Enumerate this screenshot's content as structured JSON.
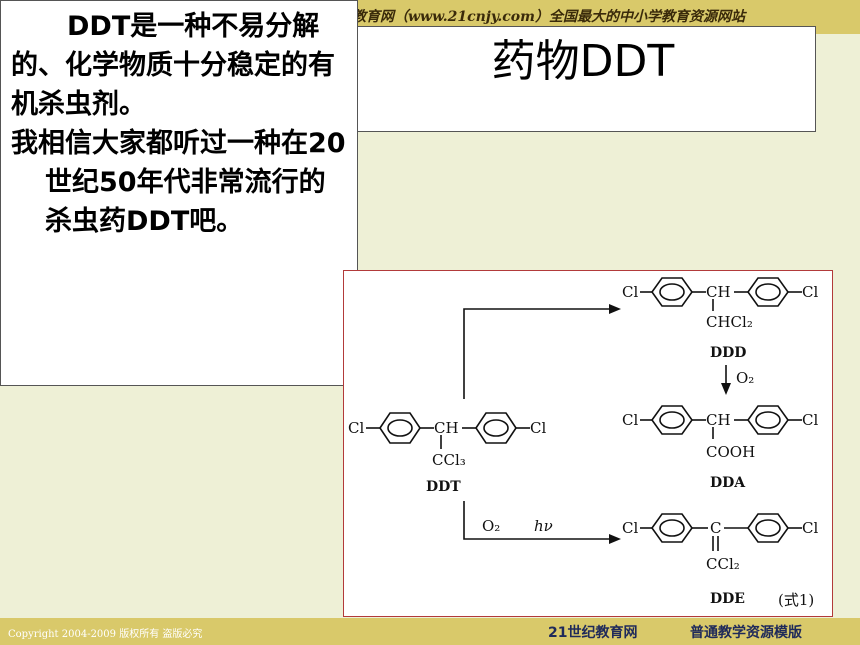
{
  "header": {
    "banner": "教育网（www.21cnjy.com）全国最大的中小学教育资源网站"
  },
  "slide": {
    "title": "药物DDT",
    "paragraph1": "DDT是一种不易分解的、化学物质十分稳定的有机杀虫剂。",
    "paragraph2": "我相信大家都听过一种在20世纪50年代非常流行的杀虫药DDT吧。"
  },
  "diagram": {
    "labels": {
      "ddt": "DDT",
      "ddt_sub": "CCl₃",
      "ddd": "DDD",
      "ddd_sub": "CHCl₂",
      "dda": "DDA",
      "dda_sub": "COOH",
      "dde": "DDE",
      "dde_sub": "CCl₂",
      "o2_arrow": "O₂",
      "o2_bottom": "O₂",
      "hv": "hν",
      "equation_label": "(式1)",
      "cl": "Cl",
      "ch": "CH",
      "c": "C"
    }
  },
  "footer": {
    "copyright": "Copyright 2004-2009 版权所有 盗版必究",
    "site": "21世纪教育网",
    "template": "普通教学资源模版"
  },
  "colors": {
    "band": "#d9c96a",
    "background": "#eef0d6",
    "footer_text": "#1f2a5a",
    "diagram_border": "#b23a3a"
  }
}
